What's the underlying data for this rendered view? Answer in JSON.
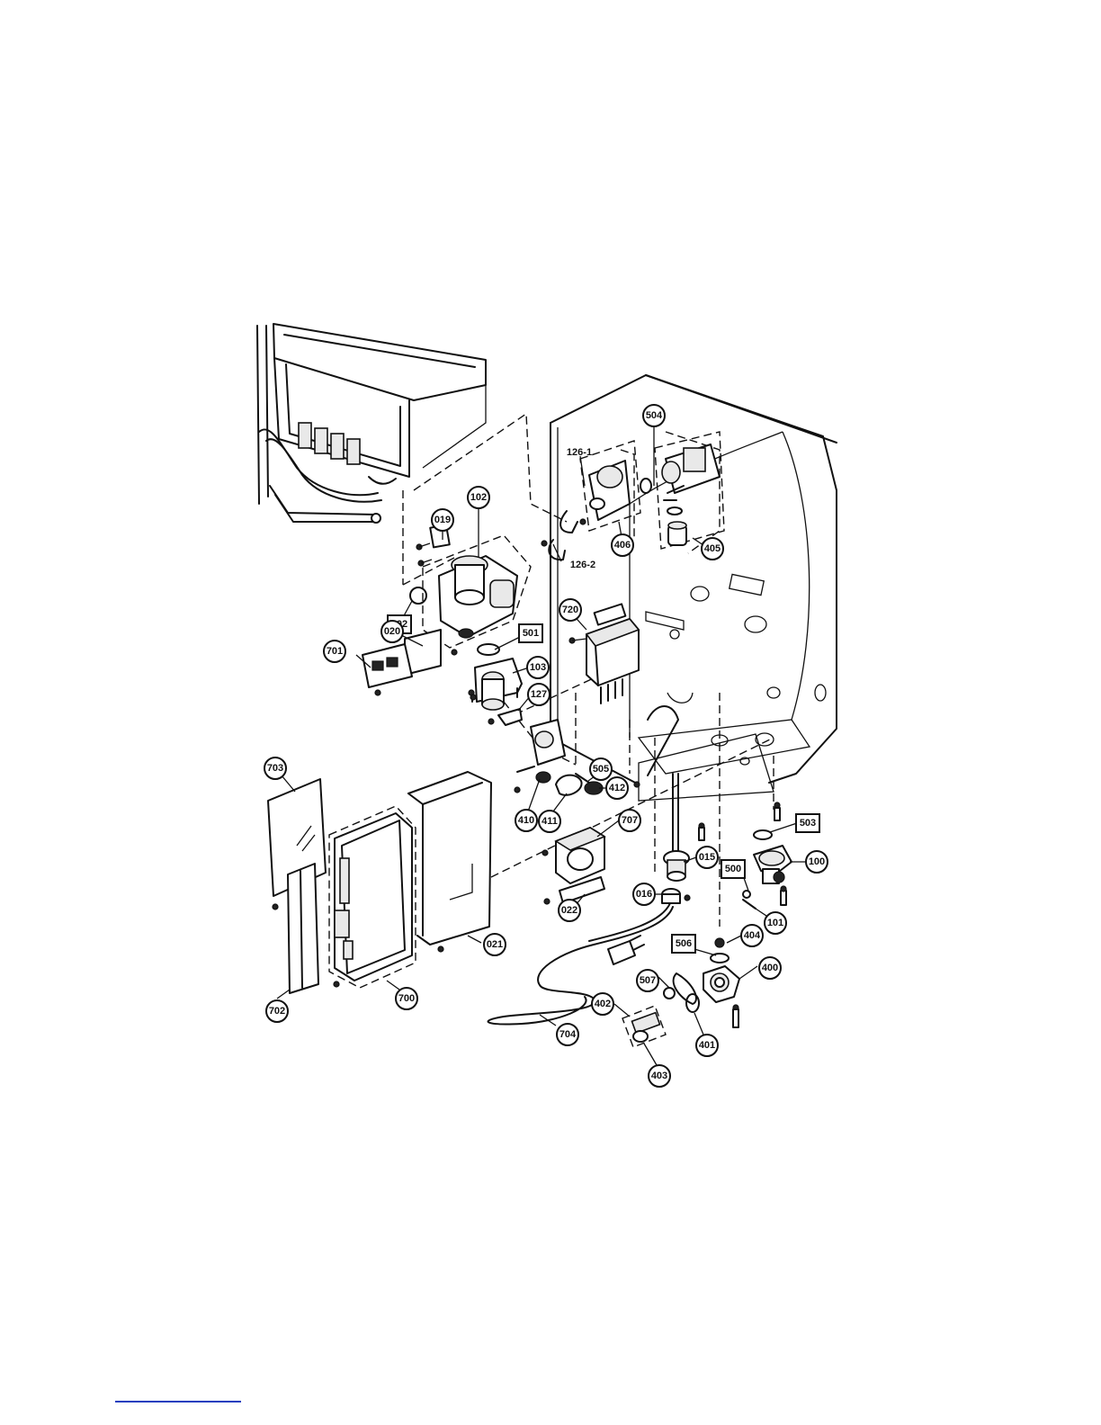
{
  "diagram": {
    "callouts": [
      {
        "label": "504",
        "shape": "circle"
      },
      {
        "label": "126-1",
        "shape": "text"
      },
      {
        "label": "126-2",
        "shape": "text"
      },
      {
        "label": "406",
        "shape": "circle"
      },
      {
        "label": "405",
        "shape": "circle"
      },
      {
        "label": "102",
        "shape": "circle"
      },
      {
        "label": "019",
        "shape": "circle"
      },
      {
        "label": "502",
        "shape": "box"
      },
      {
        "label": "501",
        "shape": "box"
      },
      {
        "label": "020",
        "shape": "circle"
      },
      {
        "label": "701",
        "shape": "circle"
      },
      {
        "label": "103",
        "shape": "circle"
      },
      {
        "label": "720",
        "shape": "circle"
      },
      {
        "label": "127",
        "shape": "circle"
      },
      {
        "label": "505",
        "shape": "circle"
      },
      {
        "label": "412",
        "shape": "circle"
      },
      {
        "label": "410",
        "shape": "circle"
      },
      {
        "label": "411",
        "shape": "circle"
      },
      {
        "label": "707",
        "shape": "circle"
      },
      {
        "label": "703",
        "shape": "circle"
      },
      {
        "label": "015",
        "shape": "circle"
      },
      {
        "label": "016",
        "shape": "circle"
      },
      {
        "label": "022",
        "shape": "circle"
      },
      {
        "label": "021",
        "shape": "circle"
      },
      {
        "label": "503",
        "shape": "box"
      },
      {
        "label": "500",
        "shape": "box"
      },
      {
        "label": "100",
        "shape": "circle"
      },
      {
        "label": "101",
        "shape": "circle"
      },
      {
        "label": "404",
        "shape": "circle"
      },
      {
        "label": "506",
        "shape": "box"
      },
      {
        "label": "400",
        "shape": "circle"
      },
      {
        "label": "507",
        "shape": "circle"
      },
      {
        "label": "402",
        "shape": "circle"
      },
      {
        "label": "401",
        "shape": "circle"
      },
      {
        "label": "403",
        "shape": "circle"
      },
      {
        "label": "704",
        "shape": "circle"
      },
      {
        "label": "700",
        "shape": "circle"
      },
      {
        "label": "702",
        "shape": "circle"
      }
    ]
  },
  "colors": {
    "ink": "#111111",
    "paper": "#ffffff",
    "footer_rule": "#1f3fbf"
  }
}
